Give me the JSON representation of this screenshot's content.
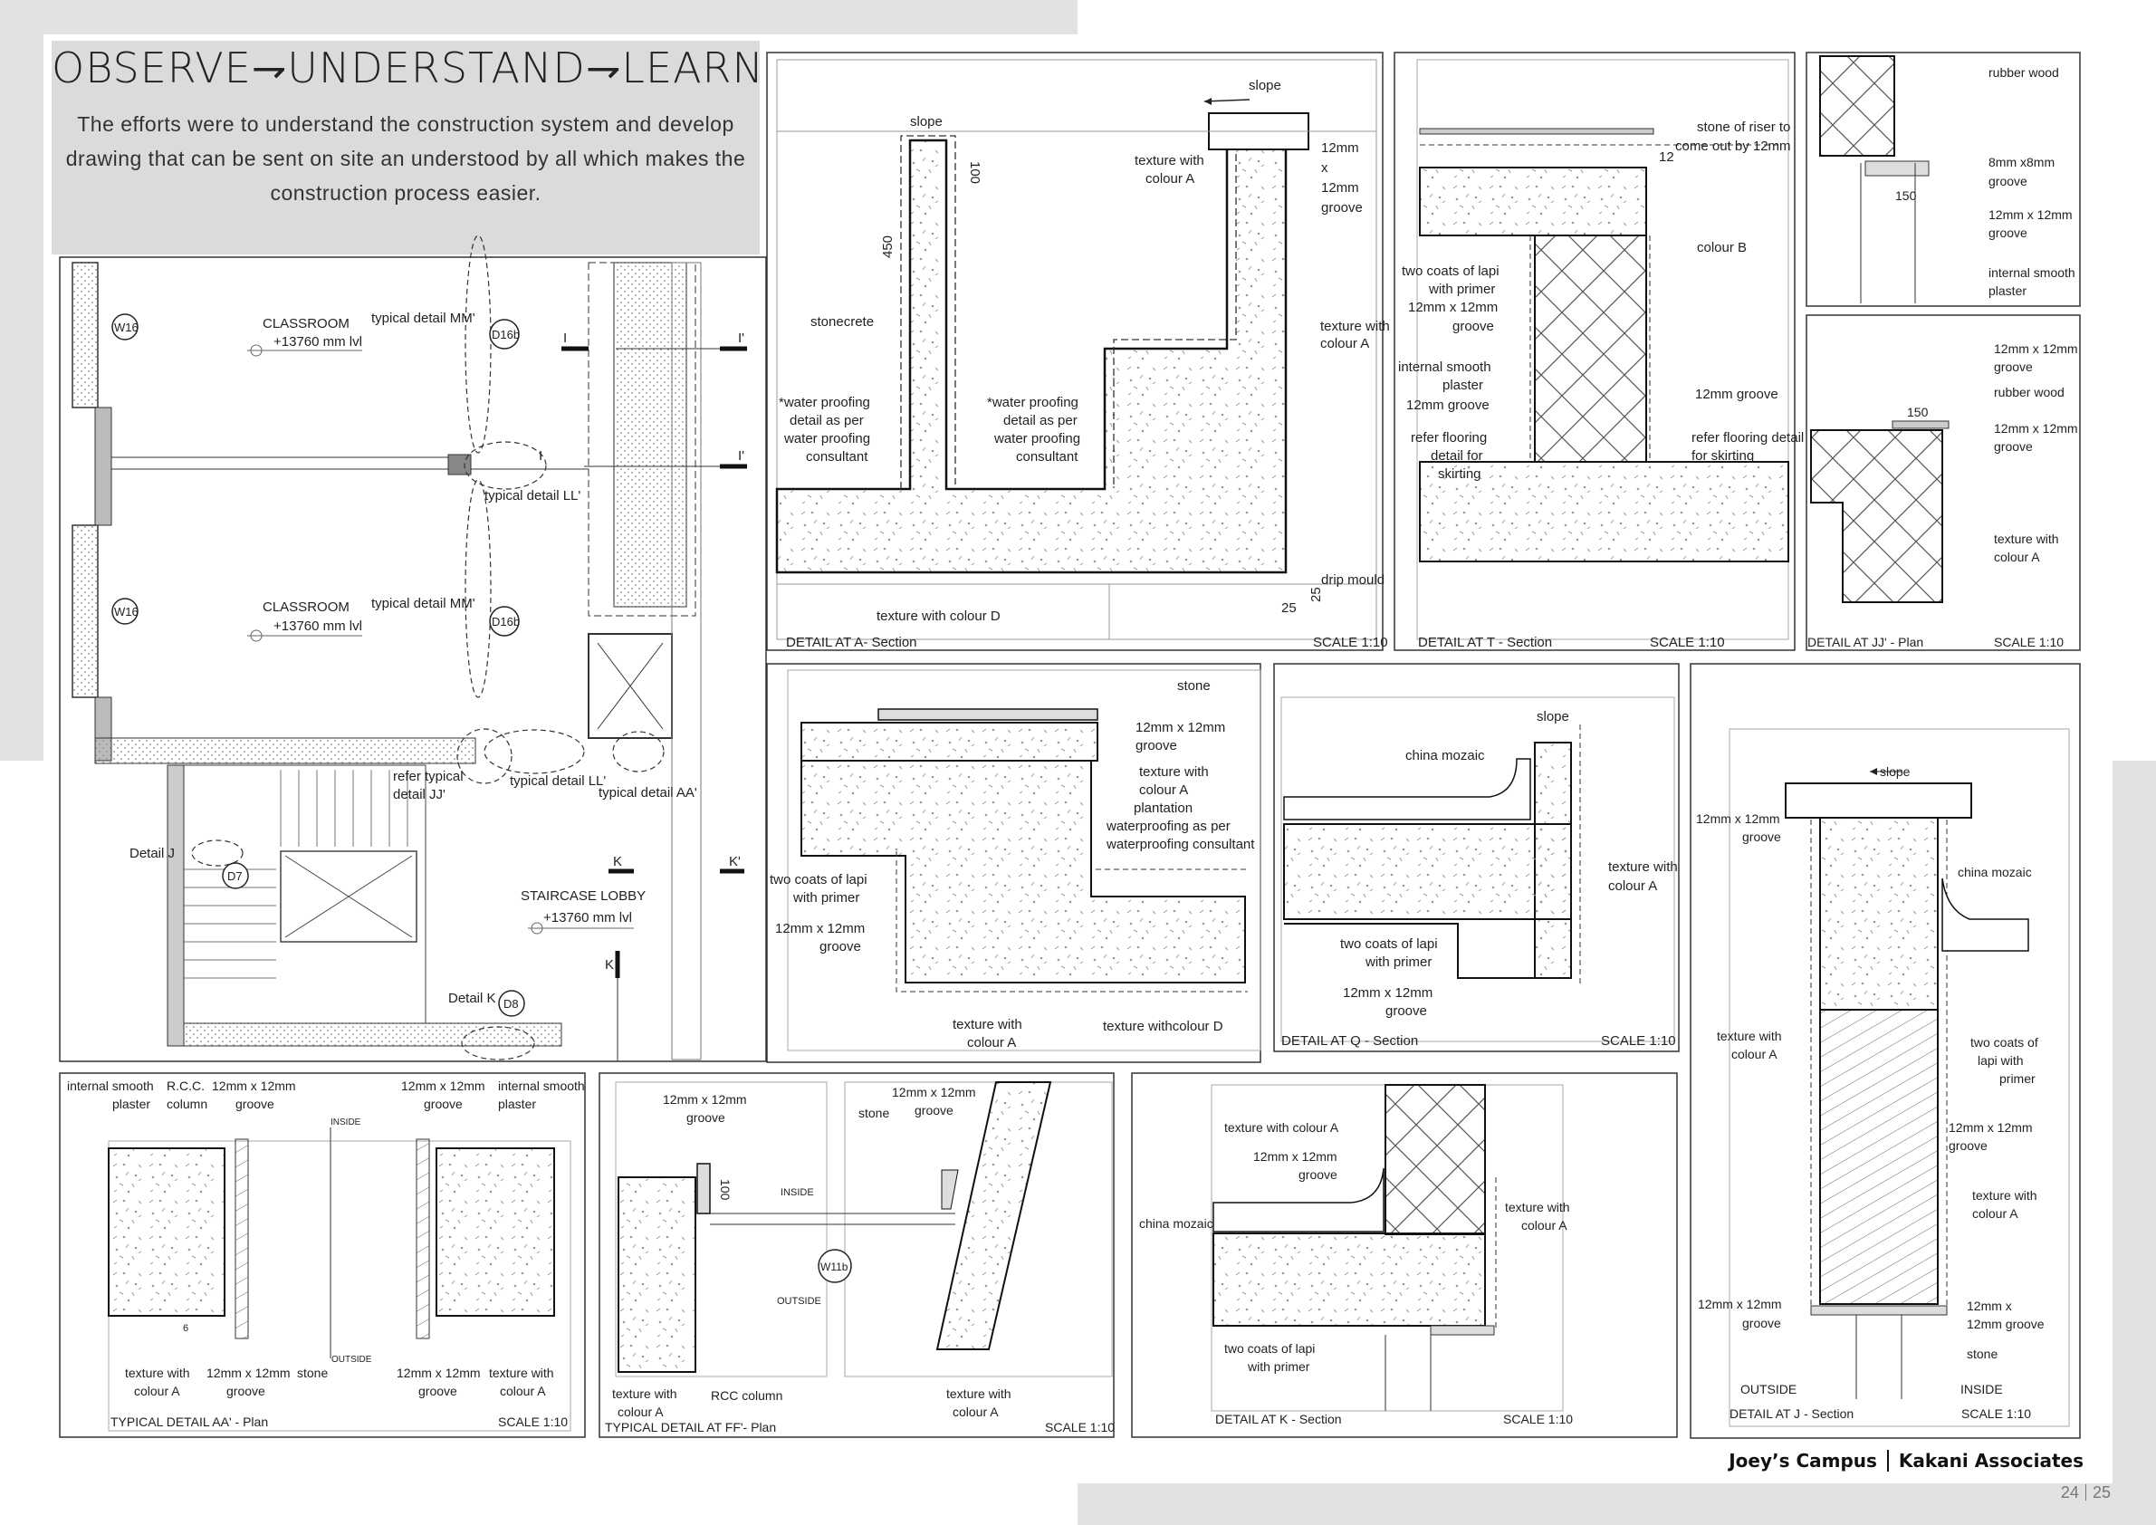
{
  "header": {
    "title": "OBSERVE⇁UNDERSTAND⇁LEARN",
    "intro": "The efforts were to understand the construction system and develop drawing that can be sent on site an understood by all which makes the construction process easier."
  },
  "footer": {
    "project": "Joey’s Campus",
    "firm": "Kakani Associates",
    "page": "24",
    "total": "25"
  },
  "plan": {
    "rooms": [
      {
        "name": "CLASSROOM",
        "level": "+13760 mm lvl"
      },
      {
        "name": "CLASSROOM",
        "level": "+13760 mm lvl"
      },
      {
        "name": "STAIRCASE LOBBY",
        "level": "+13760 mm lvl"
      }
    ],
    "tags": [
      "W16",
      "W16",
      "D16b",
      "D16b",
      "D7",
      "D8"
    ],
    "notes": [
      "typical detail MM'",
      "typical detail MM'",
      "typical detail LL'",
      "refer typical",
      "detail JJ'",
      "typical detail LL'",
      "typical detail AA'",
      "Detail J",
      "Detail K"
    ],
    "section_marks": [
      "I",
      "I'",
      "I",
      "I'",
      "K",
      "K'",
      "K"
    ]
  },
  "detailA": {
    "caption": "DETAIL AT A- Section",
    "scale": "SCALE 1:10",
    "labels": [
      "slope",
      "slope",
      "100",
      "450",
      "texture with",
      "colour A",
      "12mm",
      "x",
      "12mm",
      "groove",
      "stonecrete",
      "texture with",
      "colour A",
      "*water proofing",
      "detail as per",
      "water proofing",
      "consultant",
      "*water proofing",
      "detail as per",
      "water proofing",
      "consultant",
      "drip mould",
      "25",
      "25",
      "texture with colour D"
    ]
  },
  "detailT": {
    "caption": "DETAIL AT T - Section",
    "scale": "SCALE 1:10",
    "labels": [
      "stone of riser to",
      "come out by 12mm",
      "12",
      "colour B",
      "two coats of lapi",
      "with primer",
      "12mm x 12mm",
      "groove",
      "internal smooth",
      "plaster",
      "12mm groove",
      "12mm groove",
      "refer flooring",
      "detail for",
      "skirting",
      "refer flooring detail",
      "for skirting"
    ]
  },
  "detailJJ": {
    "caption": "DETAIL AT JJ' - Plan",
    "scale": "SCALE 1:10",
    "labels": [
      "rubber wood",
      "8mm x8mm",
      "groove",
      "150",
      "12mm x 12mm",
      "groove",
      "internal smooth",
      "plaster",
      "12mm x 12mm",
      "groove",
      "rubber wood",
      "150",
      "12mm x 12mm",
      "groove",
      "texture with",
      "colour A"
    ]
  },
  "detailMid": {
    "labels": [
      "stone",
      "12mm x 12mm",
      "groove",
      "texture with",
      "colour A",
      "plantation",
      "waterproofing as per",
      "waterproofing consultant",
      "two coats of lapi",
      "with primer",
      "12mm x 12mm",
      "groove",
      "texture with",
      "colour A",
      "texture withcolour D"
    ]
  },
  "detailQ": {
    "caption": "DETAIL AT Q - Section",
    "scale": "SCALE 1:10",
    "labels": [
      "slope",
      "china mozaic",
      "texture with",
      "colour A",
      "two coats of lapi",
      "with primer",
      "12mm x 12mm",
      "groove"
    ]
  },
  "detailJ": {
    "caption": "DETAIL AT J - Section",
    "scale": "SCALE 1:10",
    "labels": [
      "slope",
      "12mm x 12mm",
      "groove",
      "china mozaic",
      "texture with",
      "colour A",
      "two coats of",
      "lapi with",
      "primer",
      "12mm x 12mm",
      "groove",
      "texture with",
      "colour A",
      "12mm x 12mm",
      "groove",
      "12mm x",
      "12mm groove",
      "stone",
      "OUTSIDE",
      "INSIDE"
    ]
  },
  "detailAA": {
    "caption": "TYPICAL DETAIL AA' - Plan",
    "scale": "SCALE 1:10",
    "labels": [
      "internal smooth",
      "plaster",
      "R.C.C.",
      "column",
      "12mm x 12mm",
      "groove",
      "INSIDE",
      "12mm x 12mm",
      "groove",
      "internal smooth",
      "plaster",
      "OUTSIDE",
      "texture with",
      "colour A",
      "12mm x 12mm",
      "groove",
      "stone",
      "12mm x 12mm",
      "groove",
      "texture with",
      "colour A",
      "6"
    ]
  },
  "detailFF": {
    "caption": "TYPICAL DETAIL AT FF'- Plan",
    "scale": "SCALE 1:10",
    "labels": [
      "12mm x 12mm",
      "groove",
      "100",
      "INSIDE",
      "OUTSIDE",
      "W11b",
      "12mm x 12mm",
      "stone",
      "groove",
      "texture with",
      "colour A",
      "RCC column",
      "texture with",
      "colour A"
    ]
  },
  "detailK": {
    "caption": "DETAIL AT K - Section",
    "scale": "SCALE 1:10",
    "labels": [
      "texture with colour A",
      "12mm x 12mm",
      "groove",
      "china mozaic",
      "texture with",
      "colour A",
      "two coats of lapi",
      "with primer"
    ]
  }
}
